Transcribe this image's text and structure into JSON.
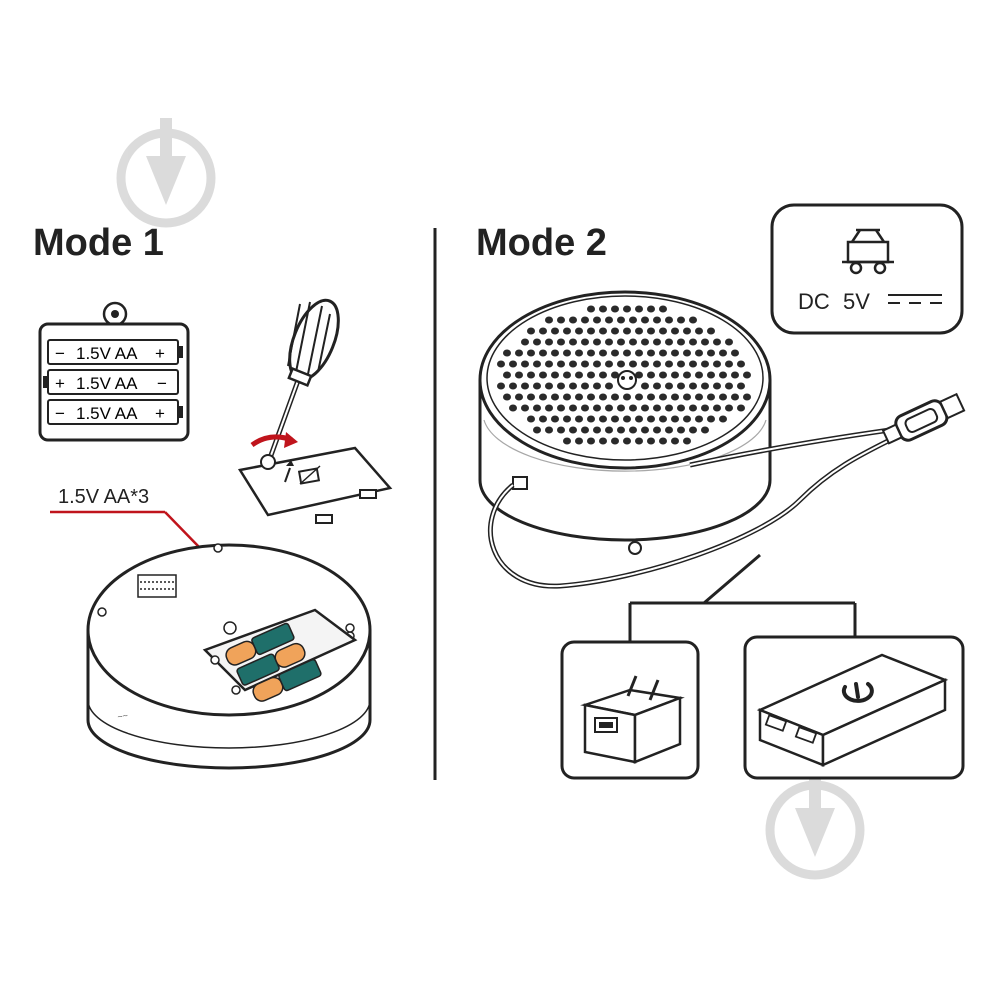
{
  "mode1": {
    "title": "Mode 1",
    "battery_holder_rows": [
      {
        "left": "−",
        "text": "1.5V AA",
        "right": "+"
      },
      {
        "left": "+",
        "text": "1.5V AA",
        "right": "−"
      },
      {
        "left": "−",
        "text": "1.5V AA",
        "right": "+"
      }
    ],
    "callout_label": "1.5V AA*3",
    "callout_color": "#c0141c"
  },
  "mode2": {
    "title": "Mode 2",
    "dc_label": "DC",
    "dc_voltage": "5V"
  },
  "colors": {
    "line": "#1a1a1a",
    "battery_orange": "#f0a35a",
    "battery_teal": "#1f6f6a",
    "watermark": "#d8d8d8"
  },
  "icons": [
    "watermark-download-icon",
    "dc-power-symbol-icon",
    "wall-adapter-icon",
    "power-bank-icon",
    "power-icon",
    "screwdriver-icon",
    "rotate-arrow-icon"
  ]
}
